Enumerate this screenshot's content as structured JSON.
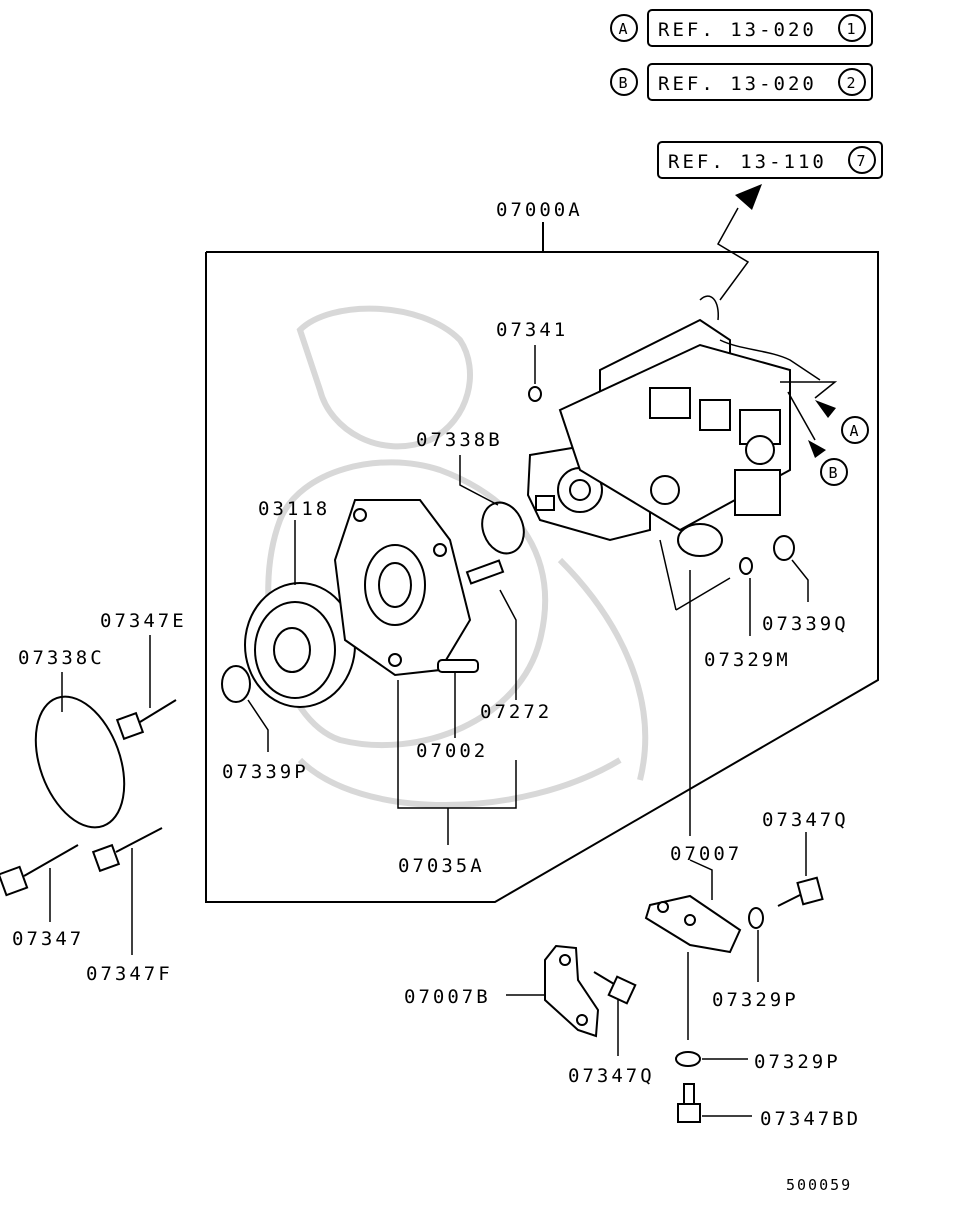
{
  "references": [
    {
      "letter": "A",
      "text": "REF. 13-020",
      "num": "1"
    },
    {
      "letter": "B",
      "text": "REF. 13-020",
      "num": "2"
    },
    {
      "text": "REF. 13-110",
      "num": "7"
    }
  ],
  "callouts": {
    "a": "A",
    "b": "B"
  },
  "parts": {
    "p07000A": "07000A",
    "p07341": "07341",
    "p07338B": "07338B",
    "p03118": "03118",
    "p07347E": "07347E",
    "p07338C": "07338C",
    "p07339P": "07339P",
    "p07002": "07002",
    "p07272": "07272",
    "p07035A": "07035A",
    "p07329M": "07329M",
    "p07339Q": "07339Q",
    "p07347Q_top": "07347Q",
    "p07007": "07007",
    "p07347": "07347",
    "p07347F": "07347F",
    "p07007B": "07007B",
    "p07329P_a": "07329P",
    "p07347Q_bottom": "07347Q",
    "p07329P_b": "07329P",
    "p07347BD": "07347BD"
  },
  "diagram_id": "500059"
}
